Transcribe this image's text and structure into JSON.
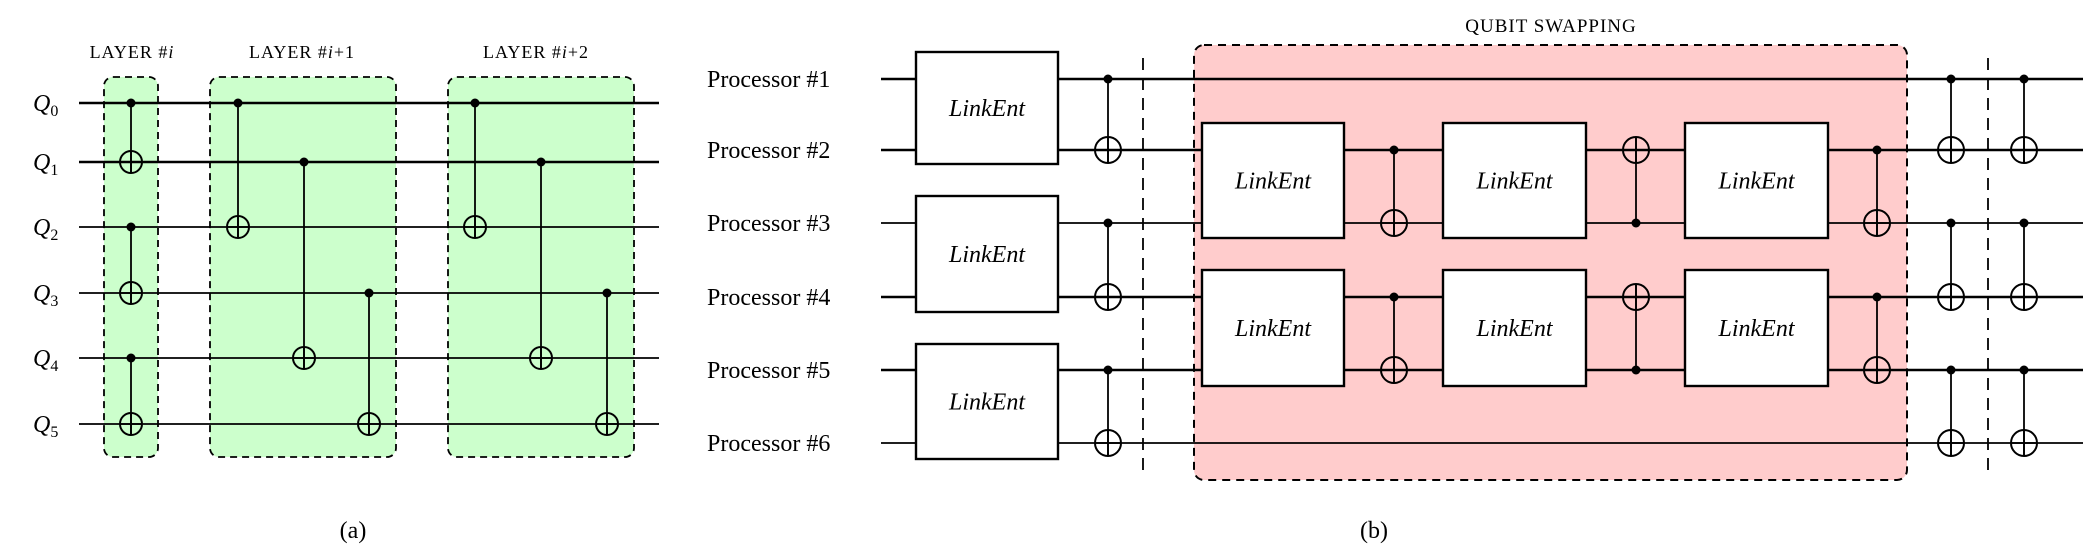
{
  "panel_a": {
    "caption": "(a)",
    "qubits": [
      {
        "label": "Q",
        "index": "0",
        "weight": "thick"
      },
      {
        "label": "Q",
        "index": "1",
        "weight": "thick"
      },
      {
        "label": "Q",
        "index": "2",
        "weight": "thin"
      },
      {
        "label": "Q",
        "index": "3",
        "weight": "thin"
      },
      {
        "label": "Q",
        "index": "4",
        "weight": "thin"
      },
      {
        "label": "Q",
        "index": "5",
        "weight": "thin"
      }
    ],
    "layers": [
      {
        "label_prefix": "LAYER #",
        "label_var": "i",
        "label_suffix": "",
        "fill": "#ccffcc",
        "cnots": [
          {
            "control": 0,
            "target": 1
          },
          {
            "control": 2,
            "target": 3
          },
          {
            "control": 4,
            "target": 5
          }
        ]
      },
      {
        "label_prefix": "LAYER #",
        "label_var": "i",
        "label_suffix": "+1",
        "fill": "#ccffcc",
        "cnots": [
          {
            "control": 0,
            "target": 2
          },
          {
            "control": 1,
            "target": 4
          },
          {
            "control": 3,
            "target": 5
          }
        ]
      },
      {
        "label_prefix": "LAYER #",
        "label_var": "i",
        "label_suffix": "+2",
        "fill": "#ccffcc",
        "cnots": [
          {
            "control": 0,
            "target": 2
          },
          {
            "control": 1,
            "target": 4
          },
          {
            "control": 3,
            "target": 5
          }
        ]
      }
    ]
  },
  "panel_b": {
    "caption": "(b)",
    "processors": [
      {
        "label": "Processor #1",
        "weight": "thick"
      },
      {
        "label": "Processor #2",
        "weight": "thick"
      },
      {
        "label": "Processor #3",
        "weight": "thin"
      },
      {
        "label": "Processor #4",
        "weight": "thick"
      },
      {
        "label": "Processor #5",
        "weight": "thick"
      },
      {
        "label": "Processor #6",
        "weight": "thin"
      }
    ],
    "gate_label": "LinkEnt",
    "swap_region": {
      "label": "QUBIT SWAPPING",
      "fill": "#ffcccc"
    },
    "initial_linkent_pairs": [
      [
        0,
        1
      ],
      [
        2,
        3
      ],
      [
        4,
        5
      ]
    ],
    "initial_cnots": [
      {
        "control": 0,
        "target": 1
      },
      {
        "control": 2,
        "target": 3
      },
      {
        "control": 4,
        "target": 5
      }
    ],
    "swap_steps": [
      {
        "type": "linkent",
        "pairs": [
          [
            1,
            2
          ],
          [
            3,
            4
          ]
        ]
      },
      {
        "type": "cnot",
        "gates": [
          {
            "control": 1,
            "target": 2
          },
          {
            "control": 3,
            "target": 4
          }
        ]
      },
      {
        "type": "linkent",
        "pairs": [
          [
            1,
            2
          ],
          [
            3,
            4
          ]
        ]
      },
      {
        "type": "cnot",
        "gates": [
          {
            "control": 2,
            "target": 1
          },
          {
            "control": 4,
            "target": 3
          }
        ]
      },
      {
        "type": "linkent",
        "pairs": [
          [
            1,
            2
          ],
          [
            3,
            4
          ]
        ]
      },
      {
        "type": "cnot",
        "gates": [
          {
            "control": 1,
            "target": 2
          },
          {
            "control": 3,
            "target": 4
          }
        ]
      }
    ],
    "final_cnot_columns": [
      [
        {
          "control": 0,
          "target": 1
        },
        {
          "control": 2,
          "target": 3
        },
        {
          "control": 4,
          "target": 5
        }
      ],
      [
        {
          "control": 0,
          "target": 1
        },
        {
          "control": 2,
          "target": 3
        },
        {
          "control": 4,
          "target": 5
        }
      ]
    ]
  }
}
